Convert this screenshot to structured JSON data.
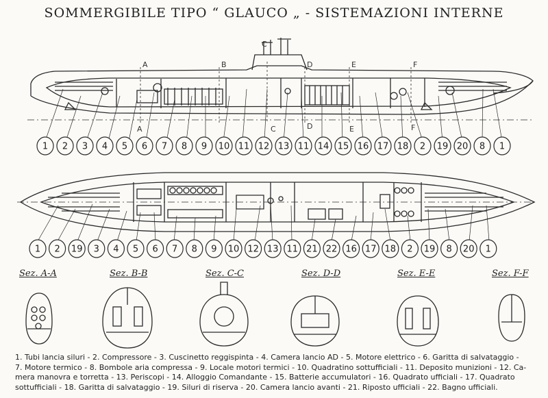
{
  "title": "SOMMERGIBILE TIPO “ GLAUCO „ - SISTEMAZIONI INTERNE",
  "side_view": {
    "callouts": [
      "1",
      "2",
      "3",
      "4",
      "5",
      "6",
      "7",
      "8",
      "9",
      "10",
      "11",
      "12",
      "13",
      "11",
      "14",
      "15",
      "16",
      "17",
      "18",
      "2",
      "19",
      "20",
      "8",
      "1"
    ]
  },
  "plan_view": {
    "callouts": [
      "1",
      "2",
      "19",
      "3",
      "4",
      "5",
      "6",
      "7",
      "8",
      "9",
      "10",
      "12",
      "13",
      "11",
      "21",
      "22",
      "16",
      "17",
      "18",
      "2",
      "19",
      "8",
      "20",
      "1"
    ]
  },
  "section_marks": {
    "top": [
      "A",
      "B",
      "C",
      "D",
      "E",
      "F"
    ],
    "bottom": [
      "A",
      "C",
      "D",
      "E",
      "F"
    ]
  },
  "sections": [
    {
      "label": "Sez. A-A"
    },
    {
      "label": "Sez. B-B"
    },
    {
      "label": "Sez. C-C"
    },
    {
      "label": "Sez. D-D"
    },
    {
      "label": "Sez. E-E"
    },
    {
      "label": "Sez. F-F"
    }
  ],
  "legend": {
    "line1": "1. Tubi lancia siluri - 2. Compressore - 3. Cuscinetto reggispinta - 4. Camera lancio AD - 5. Motore elettrico - 6. Garitta di salvataggio -",
    "line2": "7. Motore termico - 8. Bombole aria compressa - 9. Locale motori termici - 10. Quadratino sottufficiali - 11. Deposito munizioni - 12. Ca-",
    "line3": "mera manovra e torretta - 13. Periscopi - 14. Alloggio Comandante - 15. Batterie accumulatori - 16. Quadrato ufficiali - 17. Quadrato",
    "line4": "sottufficiali - 18. Garitta di salvataggio - 19. Siluri di riserva - 20. Camera lancio avanti - 21. Riposto ufficiali - 22. Bagno ufficiali."
  }
}
